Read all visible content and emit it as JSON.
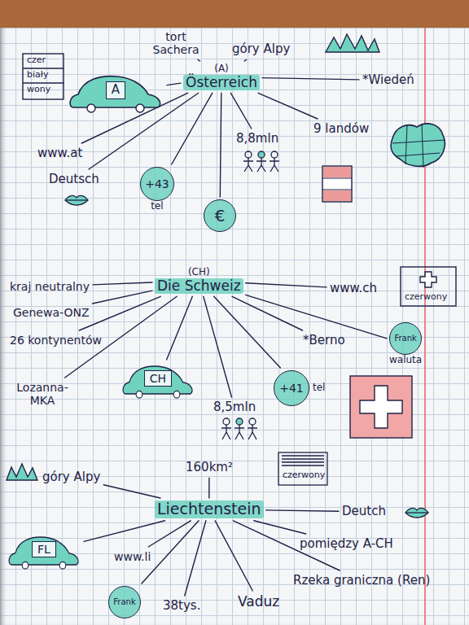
{
  "diagram": {
    "nodes": [
      {
        "text": [
          "(A)",
          "Österreich"
        ]
      },
      {
        "text": [
          "A"
        ]
      },
      {
        "text": [
          "+43",
          "tel"
        ]
      },
      {
        "text": [
          "€"
        ]
      },
      {
        "text": [
          "(CH)",
          "Die Schweiz"
        ]
      },
      {
        "text": [
          "CH"
        ]
      },
      {
        "text": [
          "+41",
          "tel"
        ]
      },
      {
        "text": [
          "Frank",
          "waluta"
        ]
      },
      {
        "text": [
          "Liechtenstein"
        ]
      },
      {
        "text": [
          "FL"
        ]
      },
      {
        "text": [
          "Frank"
        ]
      }
    ],
    "edges": [
      {
        "from": 0,
        "to": 1,
        "arrow": "none"
      },
      {
        "from": 0,
        "to": 2,
        "arrow": "none"
      },
      {
        "from": 0,
        "to": 3,
        "arrow": "none"
      },
      {
        "from": 4,
        "to": 5,
        "arrow": "none"
      },
      {
        "from": 4,
        "to": 6,
        "arrow": "none"
      },
      {
        "from": 4,
        "to": 7,
        "arrow": "none"
      },
      {
        "from": 8,
        "to": 9,
        "arrow": "none"
      },
      {
        "from": 8,
        "to": 10,
        "arrow": "none"
      }
    ],
    "labels": [
      "czer",
      "biały",
      "wony",
      "tort Sachera",
      "góry Alpy",
      "*Wiedeń",
      "9 landów",
      "8,8mln",
      "Deutsch",
      "www.at",
      "kraj neutralny",
      "Genewa-ONZ",
      "26 kontynentów",
      "Lozanna-MKA",
      "8,5mln",
      "*Berno",
      "www.ch",
      "czerwony",
      "góry Alpy",
      "160km²",
      "czerwony",
      "Deutch",
      "pomiędzy A-CH",
      "Rzeka graniczna (Ren)",
      "Vaduz",
      "38tys.",
      "www.li"
    ]
  }
}
